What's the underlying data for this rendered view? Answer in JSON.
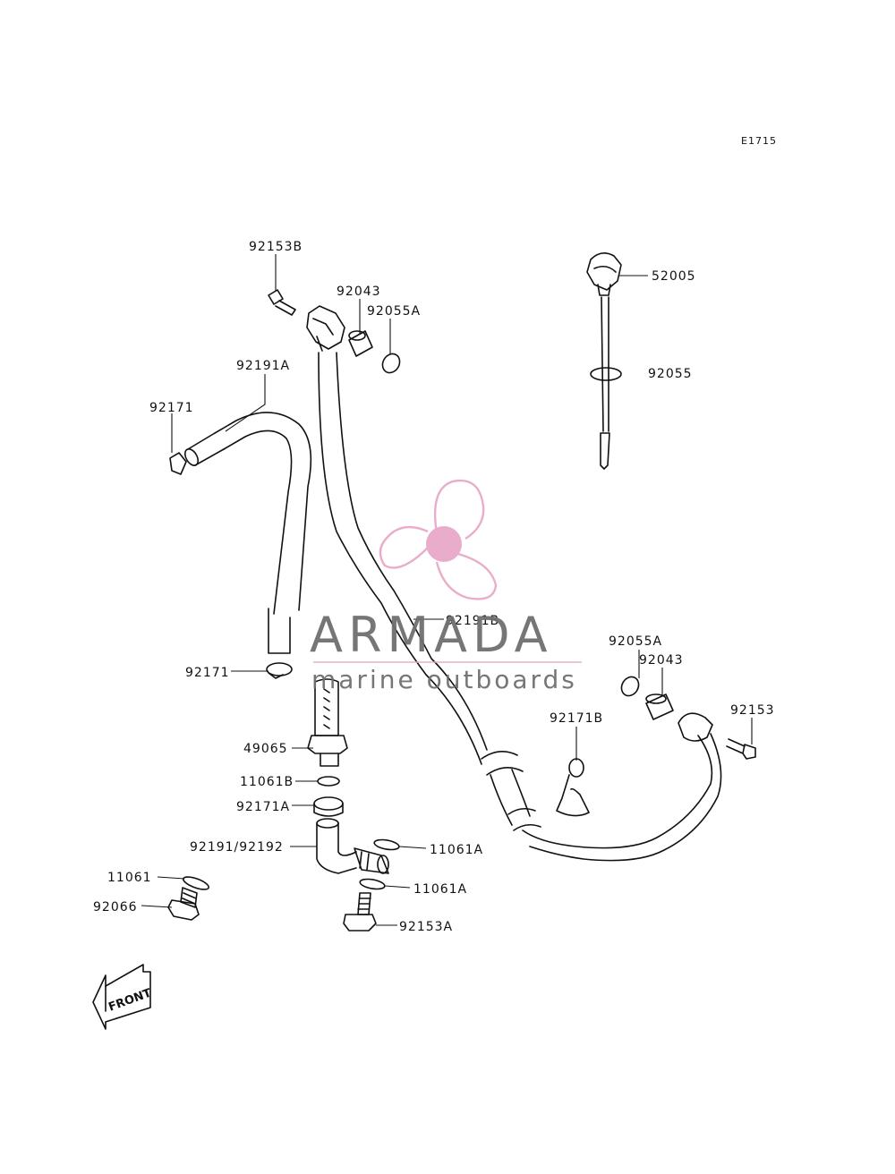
{
  "diagram": {
    "code": "E1715",
    "front_label": "FRONT",
    "brand": {
      "name": "ARMADA",
      "tagline": "marine outboards",
      "accent_color": "#e8a9c9",
      "text_color": "#6f6f6f"
    },
    "parts": [
      {
        "id": "92153B"
      },
      {
        "id": "92043"
      },
      {
        "id": "92055A"
      },
      {
        "id": "52005"
      },
      {
        "id": "92055"
      },
      {
        "id": "92191A"
      },
      {
        "id": "92171"
      },
      {
        "id": "92191B"
      },
      {
        "id": "92171"
      },
      {
        "id": "92055A"
      },
      {
        "id": "92043"
      },
      {
        "id": "92153"
      },
      {
        "id": "49065"
      },
      {
        "id": "92171B"
      },
      {
        "id": "11061B"
      },
      {
        "id": "92171A"
      },
      {
        "id": "92191/92192"
      },
      {
        "id": "11061A"
      },
      {
        "id": "11061"
      },
      {
        "id": "11061A"
      },
      {
        "id": "92066"
      },
      {
        "id": "92153A"
      }
    ]
  }
}
